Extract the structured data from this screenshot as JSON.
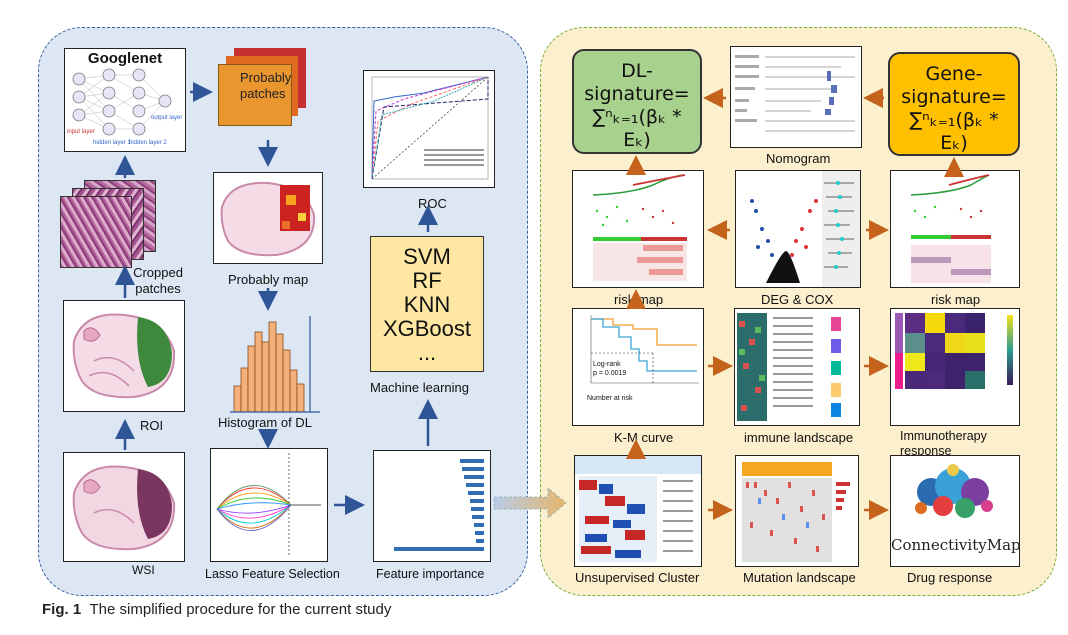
{
  "left": {
    "googlenet": "Googlenet",
    "input_layer": "input layer",
    "hidden1": "hidden layer 1",
    "hidden2": "hidden layer 2",
    "output_layer": "output layer",
    "probably_patches": "Probably patches",
    "cropped_patches": "Cropped patches",
    "probably_map": "Probably map",
    "roi": "ROI",
    "histogram": "Histogram of DL",
    "wsi": "WSI",
    "lasso": "Lasso Feature Selection",
    "feature_importance": "Feature importance",
    "roc": "ROC",
    "machine_learning": "Machine learning",
    "ml_methods": [
      "SVM",
      "RF",
      "KNN",
      "XGBoost",
      "..."
    ]
  },
  "right": {
    "dl_signature_line1": "DL-",
    "dl_signature_line2": "signature=",
    "formula": "∑ⁿₖ₌₁(βₖ *",
    "formula_e": "Eₖ)",
    "gene_signature_line1": "Gene-",
    "gene_signature_line2": "signature=",
    "nomogram": "Nomogram",
    "risk_map_left": "risk map",
    "deg_cox": "DEG & COX",
    "risk_map_right": "risk map",
    "km_curve": "K-M curve",
    "immune_landscape": "immune landscape",
    "immunotherapy": "Immunotherapy response",
    "unsupervised": "Unsupervised Cluster",
    "mutation": "Mutation landscape",
    "drug_response": "Drug  response",
    "connectivity_map": "ConnectivityMap",
    "km_logrank": "Log-rank",
    "km_p": "p = 0.0019",
    "km_number_at_risk": "Number at risk"
  },
  "caption": {
    "fig": "Fig. 1",
    "text": "The simplified procedure for the current study"
  },
  "colors": {
    "left_panel": "#dce7f3",
    "right_panel": "#fcefce",
    "arrow_blue": "#2f5597",
    "arrow_orange": "#c5621b",
    "dl_box": "#a9d18e",
    "gene_box": "#ffc000",
    "ml_box": "#fde7a2"
  }
}
